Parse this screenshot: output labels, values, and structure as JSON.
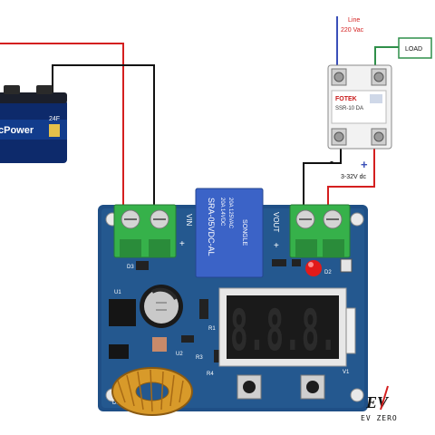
{
  "colors": {
    "wire_red": "#d41f1f",
    "wire_black": "#111111",
    "wire_blue": "#3a4fb8",
    "wire_green": "#2f8f4a",
    "pcb_blue": "#1f4f86",
    "terminal_green": "#36b14a",
    "relay_blue": "#3b63c7",
    "led_red": "#e11a1a",
    "coil_gold": "#d89a2a"
  },
  "icons": [
    "battery-icon",
    "solid-state-relay-icon",
    "relay-icon",
    "terminal-block-icon",
    "seven-segment-display-icon",
    "led-icon",
    "toroid-coil-icon",
    "capacitor-icon",
    "push-button-icon",
    "logo-icon"
  ],
  "labels": {
    "line": "Line",
    "voltage_ac": "220 Vac",
    "load": "LOAD",
    "ssr_brand": "FOTEK",
    "ssr_model": "SSR-10 DA",
    "dc_range": "3-32V dc",
    "plus": "+",
    "minus": "-",
    "battery_brand": "cPower",
    "battery_code": "24F",
    "relay_model": "SRA-05VDC-AL",
    "relay_rating1": "20A 14VDC",
    "relay_rating2": "20A 125VAC",
    "relay_brand": "SONGLE",
    "vin": "VIN",
    "vout": "VOUT",
    "board_d1": "D1",
    "board_d2": "D2",
    "board_d3": "D3",
    "board_r1": "R1",
    "board_r3": "R3",
    "board_r4": "R4",
    "board_v1": "V1",
    "board_u1": "U1",
    "board_u2": "U2",
    "display_digits": "8.8.8.",
    "logo_mark": "EV",
    "logo_text": "EV ZERO"
  }
}
